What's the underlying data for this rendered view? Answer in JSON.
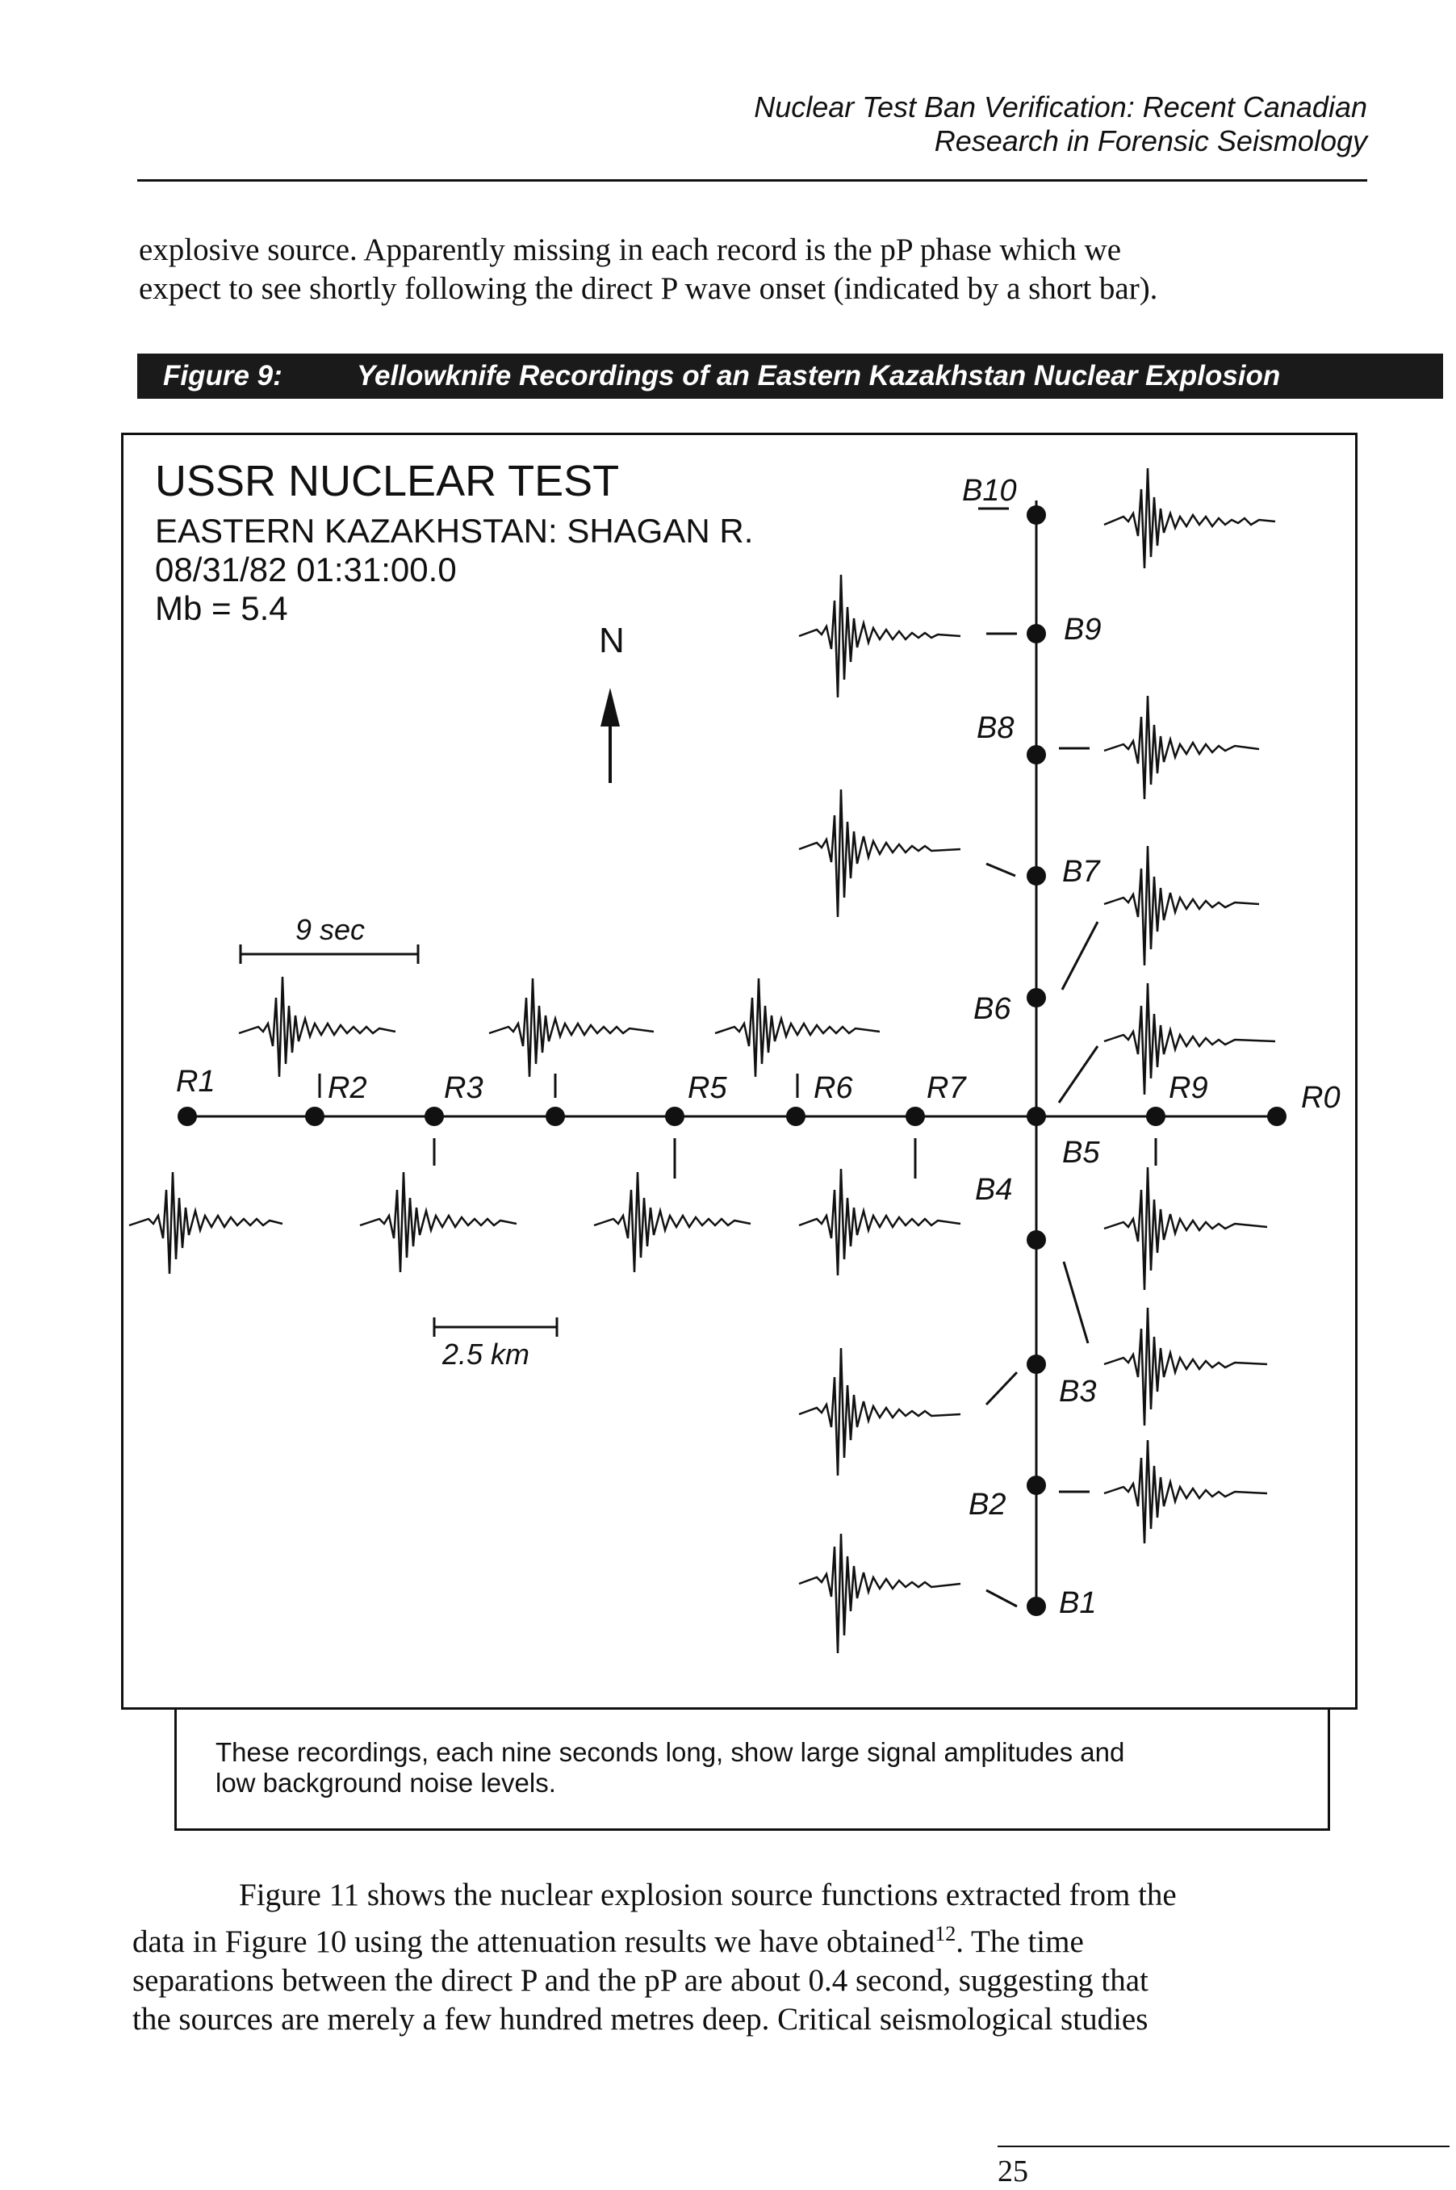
{
  "header": {
    "line1": "Nuclear Test Ban Verification: Recent Canadian",
    "line2": "Research in Forensic Seismology"
  },
  "intro_lines": [
    "explosive source. Apparently missing in each record is the pP phase which we",
    "expect to see shortly following the direct P wave onset (indicated by a short bar)."
  ],
  "figure": {
    "label": "Figure 9:",
    "title": "Yellowknife Recordings of an Eastern Kazakhstan Nuclear Explosion",
    "heading": "USSR NUCLEAR TEST",
    "location": "EASTERN KAZAKHSTAN: SHAGAN R.",
    "datetime": "08/31/82  01:31:00.0",
    "magnitude": "Mb = 5.4",
    "north": "N",
    "time_scale": "9 sec",
    "distance_scale": "2.5 km",
    "r_stations": [
      "R1",
      "R2",
      "R3",
      "R5",
      "R6",
      "R7",
      "R9",
      "R0"
    ],
    "b_stations": [
      "B1",
      "B2",
      "B3",
      "B4",
      "B5",
      "B6",
      "B7",
      "B8",
      "B9",
      "B10"
    ],
    "caption_lines": [
      "These recordings, each nine seconds long, show large signal amplitudes and",
      "low background noise levels."
    ]
  },
  "body_lines": [
    "Figure 11 shows the nuclear explosion source functions extracted from the",
    "data in Figure 10 using the attenuation results we have obtained",
    "separations between the direct P and the pP are about 0.4 second, suggesting that",
    "the sources are merely a few hundred metres deep. Critical seismological studies"
  ],
  "footnote_ref": "12",
  "body_line2_tail": ". The time",
  "page_number": "25"
}
